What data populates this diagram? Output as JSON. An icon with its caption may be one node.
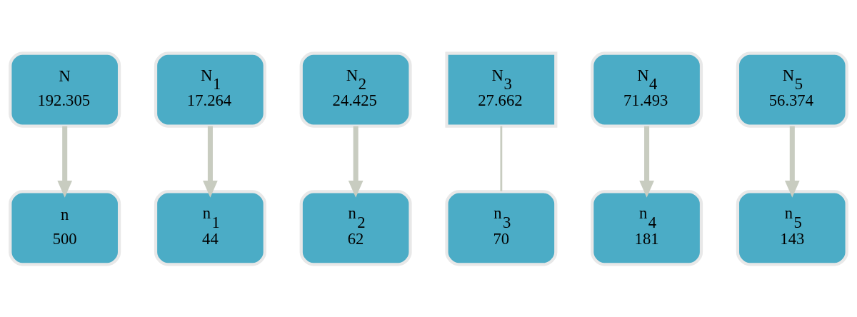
{
  "diagram": {
    "nodes": [
      {
        "text": [
          "N 192.305"
        ]
      },
      {
        "text": [
          "N$_{1}$ 17.264"
        ]
      },
      {
        "text": [
          "N$_{2}$ 24.425"
        ]
      },
      {
        "text": [
          "N$_{3}$ 27.662"
        ]
      },
      {
        "text": [
          "N$_{4}$ 71.493"
        ]
      },
      {
        "text": [
          "N$_{5}$ 56.374"
        ]
      },
      {
        "text": [
          "n 500"
        ]
      },
      {
        "text": [
          "n$_{1}$ 44"
        ]
      },
      {
        "text": [
          "n$_{2}$ 62"
        ]
      },
      {
        "text": [
          "n$_{3}$ 70"
        ]
      },
      {
        "text": [
          "n$_{4}$ 181"
        ]
      },
      {
        "text": [
          "n$_{5}$ 143"
        ]
      }
    ],
    "edges": [
      {
        "from": 0,
        "to": 6,
        "arrow": "to"
      },
      {
        "from": 1,
        "to": 7,
        "arrow": "to"
      },
      {
        "from": 2,
        "to": 8,
        "arrow": "to"
      },
      {
        "from": 3,
        "to": 9,
        "arrow": "none"
      },
      {
        "from": 4,
        "to": 10,
        "arrow": "to"
      },
      {
        "from": 5,
        "to": 11,
        "arrow": "to"
      }
    ]
  }
}
